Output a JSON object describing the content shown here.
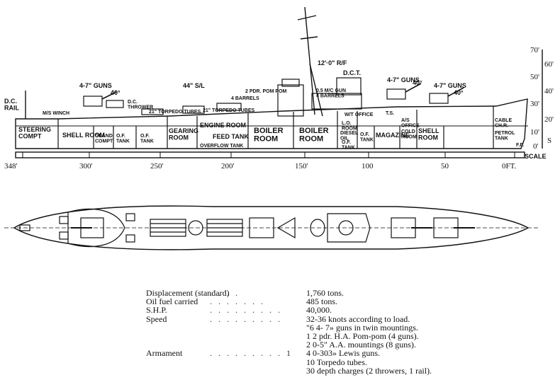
{
  "profile": {
    "compartments": {
      "dc_rail": "D.C.\nRAIL",
      "steering": "STEERING\nCOMPT",
      "ms_winch": "M/S WINCH",
      "shell_room": "SHELL ROOM",
      "gland_compt": "GLAND\nCOMPT",
      "of_tank_1": "O.F.\nTANK",
      "of_tank_2": "O.F.\nTANK",
      "gearing_room": "GEARING\nROOM",
      "engine_room": "ENGINE ROOM",
      "feed_tank": "FEED TANK",
      "overflow_tank": "OVERFLOW TANK",
      "boiler_room_1": "BOILER\nROOM",
      "boiler_room_2": "BOILER\nROOM",
      "lo_room": "L.O.\nROOM",
      "diesel_oil": "DIESEL\nOIL",
      "of_tank_3": "O.F.\nTANK",
      "of_tank_4": "O.F.\nTANK",
      "magazine": "MAGAZINE",
      "cold_room": "COLD\nROOM",
      "shell_room_2": "SHELL\nROOM",
      "wt_office": "W/T OFFICE",
      "ts": "T.S.",
      "as_office": "A/S\nOFFICE",
      "cable_chr": "CABLE\nCH.R.",
      "petrol_tank": "PETROL\nTANK",
      "fp": "F.P."
    },
    "annotations": {
      "guns_aft": "4-7\" GUNS",
      "angle_aft": "40°",
      "dc_thrower": "D.C.\nTHROWER",
      "tt_aft": "21\" TORPEDO TUBES",
      "sl": "44\" S/L",
      "tt_fwd": "21\" TORPEDO TUBES",
      "pompom": "2 PDR. POM POM",
      "barrels": "4 BARRELS",
      "rf": "12'·0\" R/F",
      "dct": "D.C.T.",
      "aa_gun": "0.5 M/C GUN\n4 BARRELS",
      "guns_fwd1": "4-7\" GUNS",
      "angle_fwd1": "40°",
      "guns_fwd2": "4-7\" GUNS",
      "angle_fwd2": "40°"
    },
    "height_scale": [
      "70'",
      "60'",
      "50'",
      "40'",
      "30'",
      "20'",
      "10'",
      "0'",
      "S"
    ],
    "length_scale": [
      "348'",
      "300'",
      "250'",
      "200'",
      "150'",
      "100",
      "50",
      "0FT."
    ],
    "scale_label": "SCALE"
  },
  "specs": [
    {
      "label": "Displacement (standard)",
      "dots": ". .  . .",
      "value": "1,760 tons."
    },
    {
      "label": "Oil fuel carried",
      "dots": ". . . . . . .",
      "value": "485 tons."
    },
    {
      "label": "S.H.P.",
      "dots": ". . . . . . . . .",
      "value": "40,000."
    },
    {
      "label": "Speed",
      "dots": ". . . . . . . . .",
      "value": "32-36 knots according to load."
    },
    {
      "label": "",
      "dots": "",
      "value": "\"6 4- 7» guns in twin mountings."
    },
    {
      "label": "",
      "dots": "",
      "value": "1 2 pdr. H.A. Pom-pom (4 guns)."
    },
    {
      "label": "",
      "dots": "",
      "value": "2 0-5\" A.A. mountings (8 guns)."
    },
    {
      "label": "Armament",
      "dots": ". . . . . . . . . 1",
      "value": "4 0-303» Lewis guns."
    },
    {
      "label": "",
      "dots": "",
      "value": "10 Torpedo tubes."
    },
    {
      "label": "",
      "dots": "",
      "value": "30 depth charges (2 throwers, 1 rail)."
    }
  ]
}
